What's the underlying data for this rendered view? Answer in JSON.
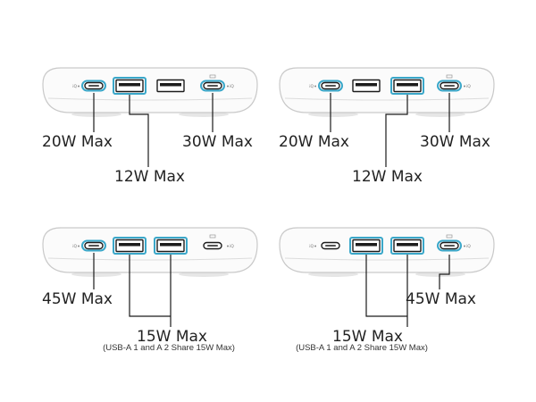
{
  "panels": [
    {
      "ports": [
        {
          "type": "c",
          "highlighted": true,
          "left_mark": "iQ"
        },
        {
          "type": "a",
          "highlighted": true,
          "right_mark": ""
        },
        {
          "type": "a",
          "highlighted": false
        },
        {
          "type": "c",
          "highlighted": true,
          "left_mark": "",
          "top_mark": true,
          "right_mark": "iQ"
        }
      ],
      "labels": [
        {
          "text": "20W Max"
        },
        {
          "text": "12W Max"
        },
        {
          "text": "30W Max"
        }
      ]
    },
    {
      "ports": [
        {
          "type": "c",
          "highlighted": true,
          "left_mark": "iQ"
        },
        {
          "type": "a",
          "highlighted": false
        },
        {
          "type": "a",
          "highlighted": true,
          "left_mark": ""
        },
        {
          "type": "c",
          "highlighted": true,
          "top_mark": true,
          "right_mark": "iQ"
        }
      ],
      "labels": [
        {
          "text": "20W Max"
        },
        {
          "text": "12W Max"
        },
        {
          "text": "30W Max"
        }
      ]
    },
    {
      "ports": [
        {
          "type": "c",
          "highlighted": true,
          "left_mark": "iQ"
        },
        {
          "type": "a",
          "highlighted": true
        },
        {
          "type": "a",
          "highlighted": true
        },
        {
          "type": "c",
          "highlighted": false,
          "top_mark": true,
          "right_mark": "iQ"
        }
      ],
      "labels": [
        {
          "text": "45W Max"
        },
        {
          "text": "15W Max",
          "note": "(USB-A 1 and A 2 Share 15W Max)"
        }
      ]
    },
    {
      "ports": [
        {
          "type": "c",
          "highlighted": false,
          "left_mark": "iQ"
        },
        {
          "type": "a",
          "highlighted": true
        },
        {
          "type": "a",
          "highlighted": true
        },
        {
          "type": "c",
          "highlighted": true,
          "top_mark": true,
          "right_mark": "iQ"
        }
      ],
      "labels": [
        {
          "text": "15W Max",
          "note": "(USB-A 1 and A 2 Share 15W Max)"
        },
        {
          "text": "45W Max"
        }
      ]
    }
  ],
  "colors": {
    "highlight": "#3aa7c9",
    "port_inner": "#1c1c1c",
    "body_fill": "#fbfbfb",
    "body_stroke": "#c9c9c9",
    "leader": "#1a1a1a"
  },
  "icons": [
    "power-bank-icon",
    "usb-c-port-icon",
    "usb-a-port-icon",
    "poweriq-mark-icon"
  ]
}
